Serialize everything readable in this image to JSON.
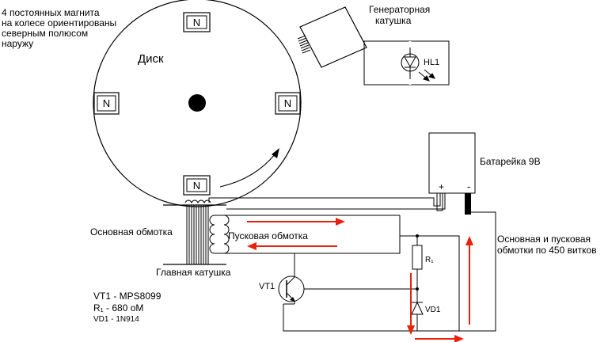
{
  "labels": {
    "magnets_note": [
      "4 постоянных магнита",
      "на колесе ориентированы",
      "северным полюсом",
      "наружу"
    ],
    "disk": "Диск",
    "pole": "N",
    "generator_coil": [
      "Генераторная",
      "катушка"
    ],
    "led": "HL1",
    "battery": "Батарейка 9В",
    "plus": "+",
    "minus": "-",
    "main_winding": "Основная обмотка",
    "start_winding": "Пусковая обмотка",
    "main_coil": "Главная катушка",
    "windings_turns": [
      "Основная и пусковая",
      "обмотки по 450 витков"
    ],
    "transistor": "VT1",
    "resistor": "R₁",
    "diode": "VD1",
    "parts": [
      "VT1 - MPS8099",
      "R₁ - 680 оМ",
      "VD1 - 1N914"
    ]
  },
  "colors": {
    "line": "#000000",
    "arrow": "#e8200c",
    "background": "#ffffff"
  }
}
